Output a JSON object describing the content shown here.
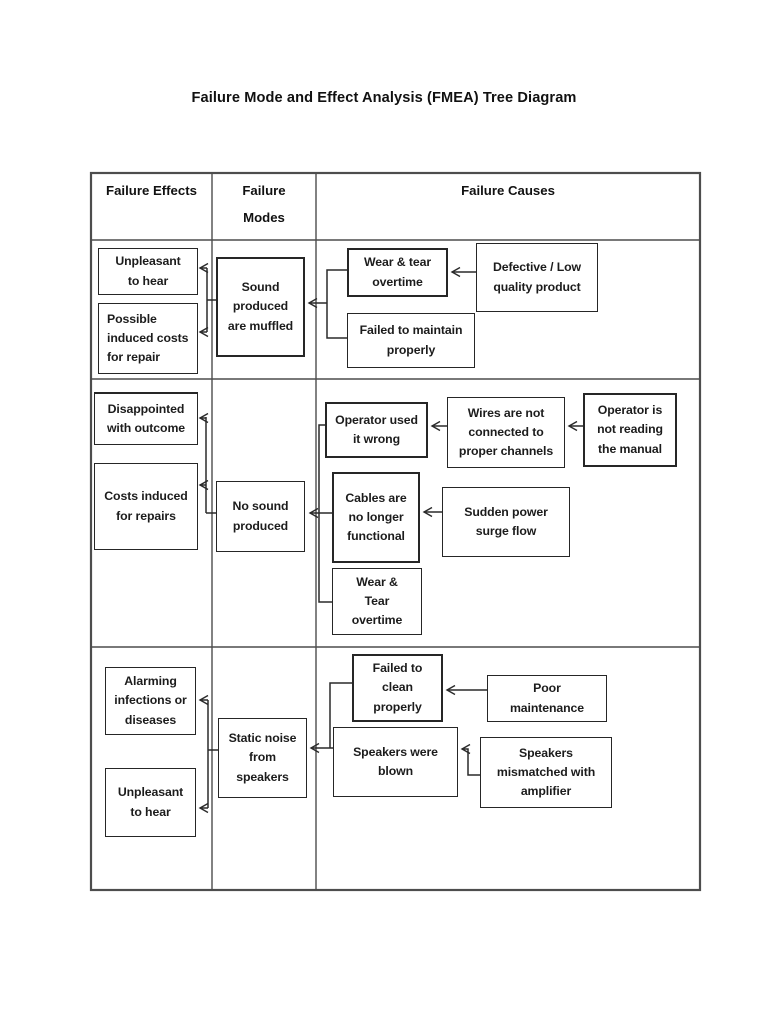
{
  "title": "Failure Mode and Effect Analysis (FMEA) Tree Diagram",
  "colors": {
    "line": "#2a2a2a",
    "grid": "#4d4d4d",
    "background": "#ffffff"
  },
  "table": {
    "headers": {
      "effects": "Failure Effects",
      "modes": "Failure\nModes",
      "causes": "Failure Causes"
    },
    "rows": [
      {
        "effects": [
          "Unpleasant\nto hear",
          "Possible\ninduced costs\nfor repair"
        ],
        "mode": "Sound\nproduced\nare muffled",
        "causes": [
          "Wear & tear\novertime",
          "Failed to maintain\nproperly",
          "Defective / Low\nquality product"
        ]
      },
      {
        "effects": [
          "Disappointed\nwith outcome",
          "Costs induced\nfor repairs"
        ],
        "mode": "No sound\nproduced",
        "causes": [
          "Operator used\nit wrong",
          "Wires are not\nconnected to\nproper channels",
          "Operator is\nnot reading\nthe manual",
          "Cables are\nno longer\nfunctional",
          "Sudden power\nsurge flow",
          "Wear &\nTear\novertime"
        ]
      },
      {
        "effects": [
          "Alarming\ninfections or\ndiseases",
          "Unpleasant\nto hear"
        ],
        "mode": "Static noise\nfrom\nspeakers",
        "causes": [
          "Failed to\nclean\nproperly",
          "Speakers were\nblown",
          "Poor\nmaintenance",
          "Speakers\nmismatched with\namplifier"
        ]
      }
    ]
  }
}
